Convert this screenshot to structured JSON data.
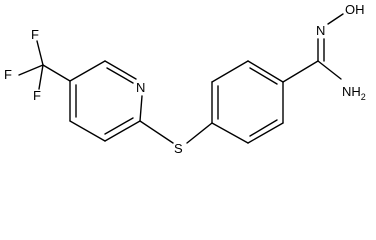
{
  "molecule": {
    "atom_labels": {
      "F_top": "F",
      "F_left": "F",
      "F_bottom": "F",
      "N_ring": "N",
      "S_link": "S",
      "N_oxime": "N",
      "OH": "OH",
      "NH2_N": "NH",
      "NH2_sub": "2"
    }
  }
}
